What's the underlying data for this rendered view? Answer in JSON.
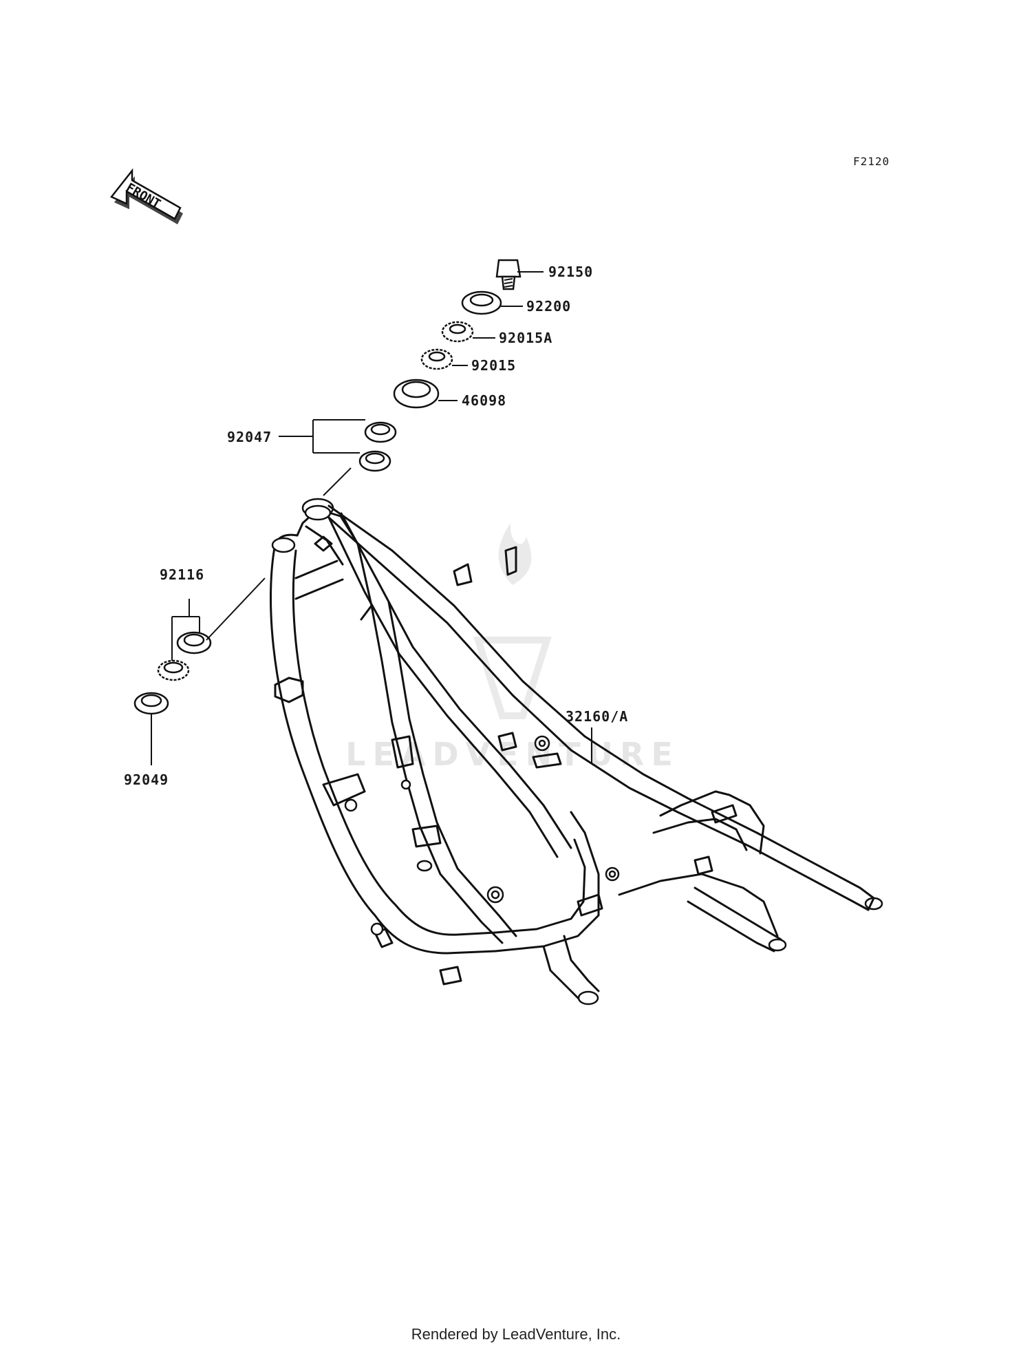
{
  "diagram": {
    "code": "F2120",
    "front_label": "FRONT",
    "watermark": "LEADVENTURE",
    "parts": [
      {
        "number": "92150"
      },
      {
        "number": "92200"
      },
      {
        "number": "92015A"
      },
      {
        "number": "92015"
      },
      {
        "number": "46098"
      },
      {
        "number": "92047"
      },
      {
        "number": "92116"
      },
      {
        "number": "92049"
      },
      {
        "number": "32160/A"
      }
    ]
  },
  "footer": {
    "text": "Rendered by LeadVenture, Inc."
  }
}
